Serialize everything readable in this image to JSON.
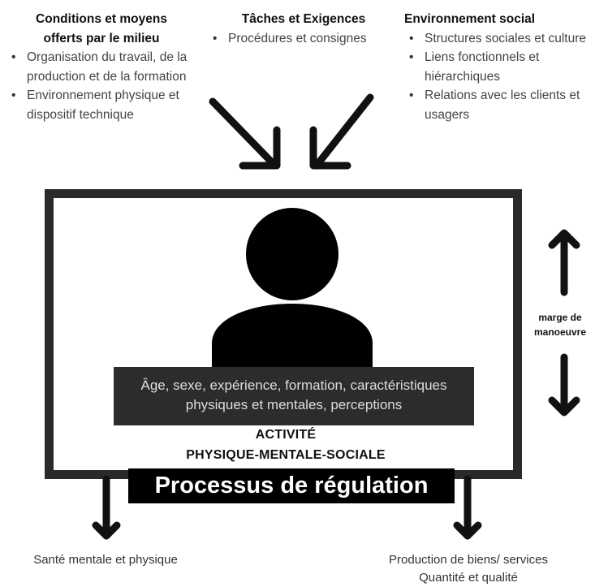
{
  "columns": {
    "left": {
      "title_line1": "Conditions et moyens",
      "title_line2": "offerts par le milieu",
      "items": [
        "Organisation du travail, de la production et de la formation",
        "Environnement physique et dispositif technique"
      ]
    },
    "middle": {
      "title": "Tâches et Exigences",
      "items": [
        "Procédures et consignes"
      ]
    },
    "right": {
      "title": "Environnement social",
      "items": [
        "Structures sociales et culture",
        "Liens fonctionnels et hiérarchiques",
        "Relations avec les clients et usagers"
      ]
    }
  },
  "person": {
    "traits_line1": "Âge, sexe, expérience, formation, caractéristiques",
    "traits_line2": "physiques et mentales, perceptions"
  },
  "activity": {
    "line1": "ACTIVITÉ",
    "line2": "PHYSIQUE-MENTALE-SOCIALE"
  },
  "regulation_label": "Processus de régulation",
  "margin": {
    "line1": "marge de",
    "line2": "manoeuvre"
  },
  "outcomes": {
    "left": "Santé mentale et physique",
    "right_line1": "Production de biens/ services",
    "right_line2": "Quantité et qualité"
  },
  "colors": {
    "frame": "#2a2a2a",
    "traits_background": "#2c2c2c",
    "regulation_background": "#000000",
    "text": "#1a1a1a"
  }
}
